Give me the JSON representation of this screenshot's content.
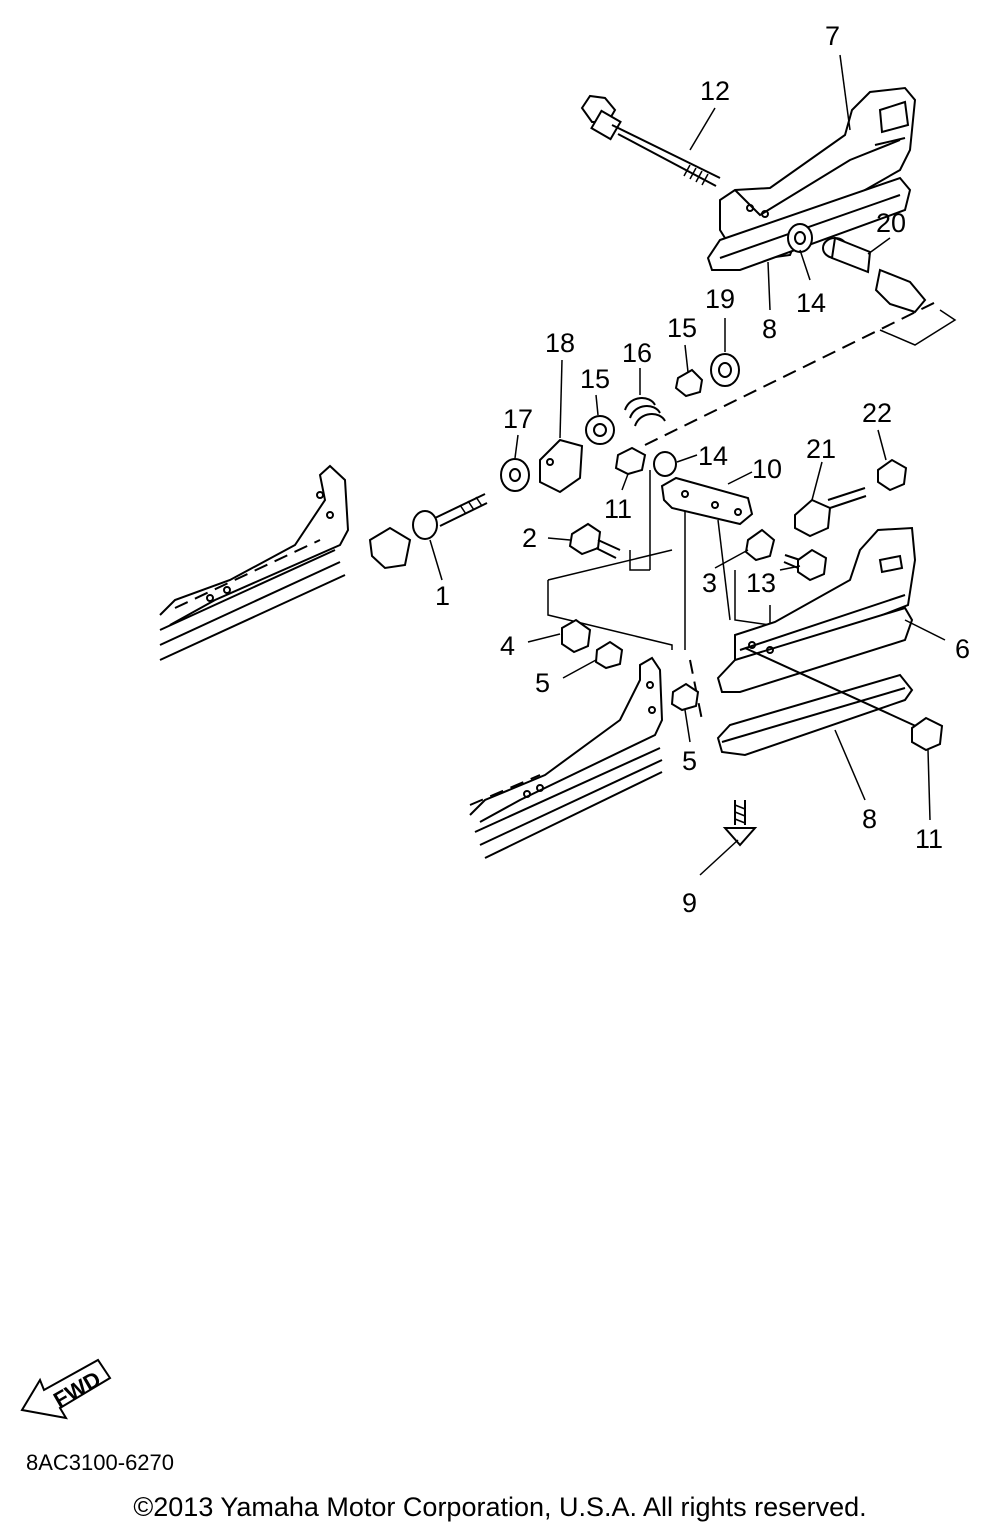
{
  "diagram": {
    "code": "8AC3100-6270",
    "copyright": "©2013 Yamaha Motor Corporation, U.S.A. All rights reserved.",
    "fwd_label": "FWD",
    "icons": {
      "fwd": "fwd-arrow-icon"
    },
    "callouts": [
      {
        "id": "c1",
        "text": "1"
      },
      {
        "id": "c2",
        "text": "2"
      },
      {
        "id": "c3",
        "text": "3"
      },
      {
        "id": "c4",
        "text": "4"
      },
      {
        "id": "c5a",
        "text": "5"
      },
      {
        "id": "c5b",
        "text": "5"
      },
      {
        "id": "c6",
        "text": "6"
      },
      {
        "id": "c7",
        "text": "7"
      },
      {
        "id": "c8a",
        "text": "8"
      },
      {
        "id": "c8b",
        "text": "8"
      },
      {
        "id": "c9",
        "text": "9"
      },
      {
        "id": "c10",
        "text": "10"
      },
      {
        "id": "c11a",
        "text": "11"
      },
      {
        "id": "c11b",
        "text": "11"
      },
      {
        "id": "c12",
        "text": "12"
      },
      {
        "id": "c13",
        "text": "13"
      },
      {
        "id": "c14a",
        "text": "14"
      },
      {
        "id": "c14b",
        "text": "14"
      },
      {
        "id": "c15a",
        "text": "15"
      },
      {
        "id": "c15b",
        "text": "15"
      },
      {
        "id": "c16",
        "text": "16"
      },
      {
        "id": "c17",
        "text": "17"
      },
      {
        "id": "c18",
        "text": "18"
      },
      {
        "id": "c19",
        "text": "19"
      },
      {
        "id": "c20",
        "text": "20"
      },
      {
        "id": "c21",
        "text": "21"
      },
      {
        "id": "c22",
        "text": "22"
      }
    ]
  }
}
